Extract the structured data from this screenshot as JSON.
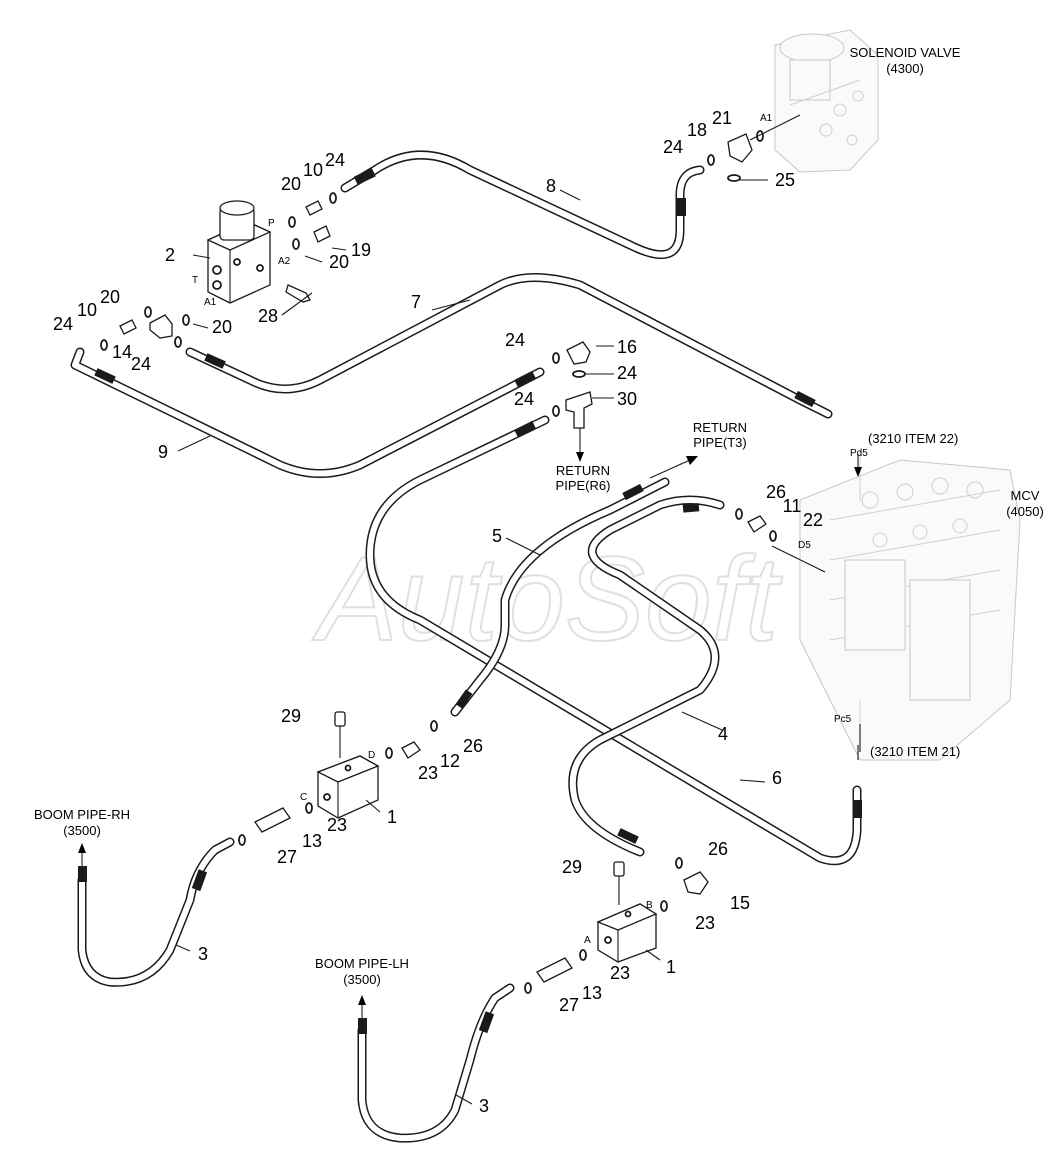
{
  "watermark": "AutoSoft",
  "components": {
    "solenoid_valve": {
      "title": "SOLENOID VALVE",
      "code": "(4300)"
    },
    "mcv": {
      "title": "MCV",
      "code": "(4050)"
    },
    "ref_item22": "(3210 ITEM 22)",
    "ref_item21": "(3210 ITEM 21)",
    "return_t3": {
      "line1": "RETURN",
      "line2": "PIPE(T3)"
    },
    "return_r6": {
      "line1": "RETURN",
      "line2": "PIPE(R6)"
    },
    "boom_rh": {
      "line1": "BOOM PIPE-RH",
      "line2": "(3500)"
    },
    "boom_lh": {
      "line1": "BOOM PIPE-LH",
      "line2": "(3500)"
    }
  },
  "ports": [
    "P",
    "T",
    "A1",
    "A2",
    "A1",
    "Pd5",
    "D5",
    "Pc5",
    "D",
    "C",
    "A",
    "B"
  ],
  "callouts": [
    "21",
    "18",
    "24",
    "25",
    "8",
    "20",
    "10",
    "24",
    "2",
    "19",
    "20",
    "28",
    "20",
    "10",
    "24",
    "14",
    "24",
    "20",
    "7",
    "24",
    "16",
    "24",
    "24",
    "30",
    "9",
    "26",
    "11",
    "22",
    "5",
    "29",
    "12",
    "26",
    "23",
    "4",
    "6",
    "13",
    "23",
    "1",
    "27",
    "3",
    "29",
    "26",
    "15",
    "23",
    "1",
    "23",
    "13",
    "27",
    "3"
  ],
  "icons": [
    "solenoid-valve-icon",
    "mcv-block-icon",
    "valve-block-icon",
    "mounting-block-icon",
    "elbow-fitting-icon",
    "tee-fitting-icon",
    "o-ring-icon",
    "bolt-icon",
    "check-valve-icon",
    "flow-arrow-icon"
  ]
}
